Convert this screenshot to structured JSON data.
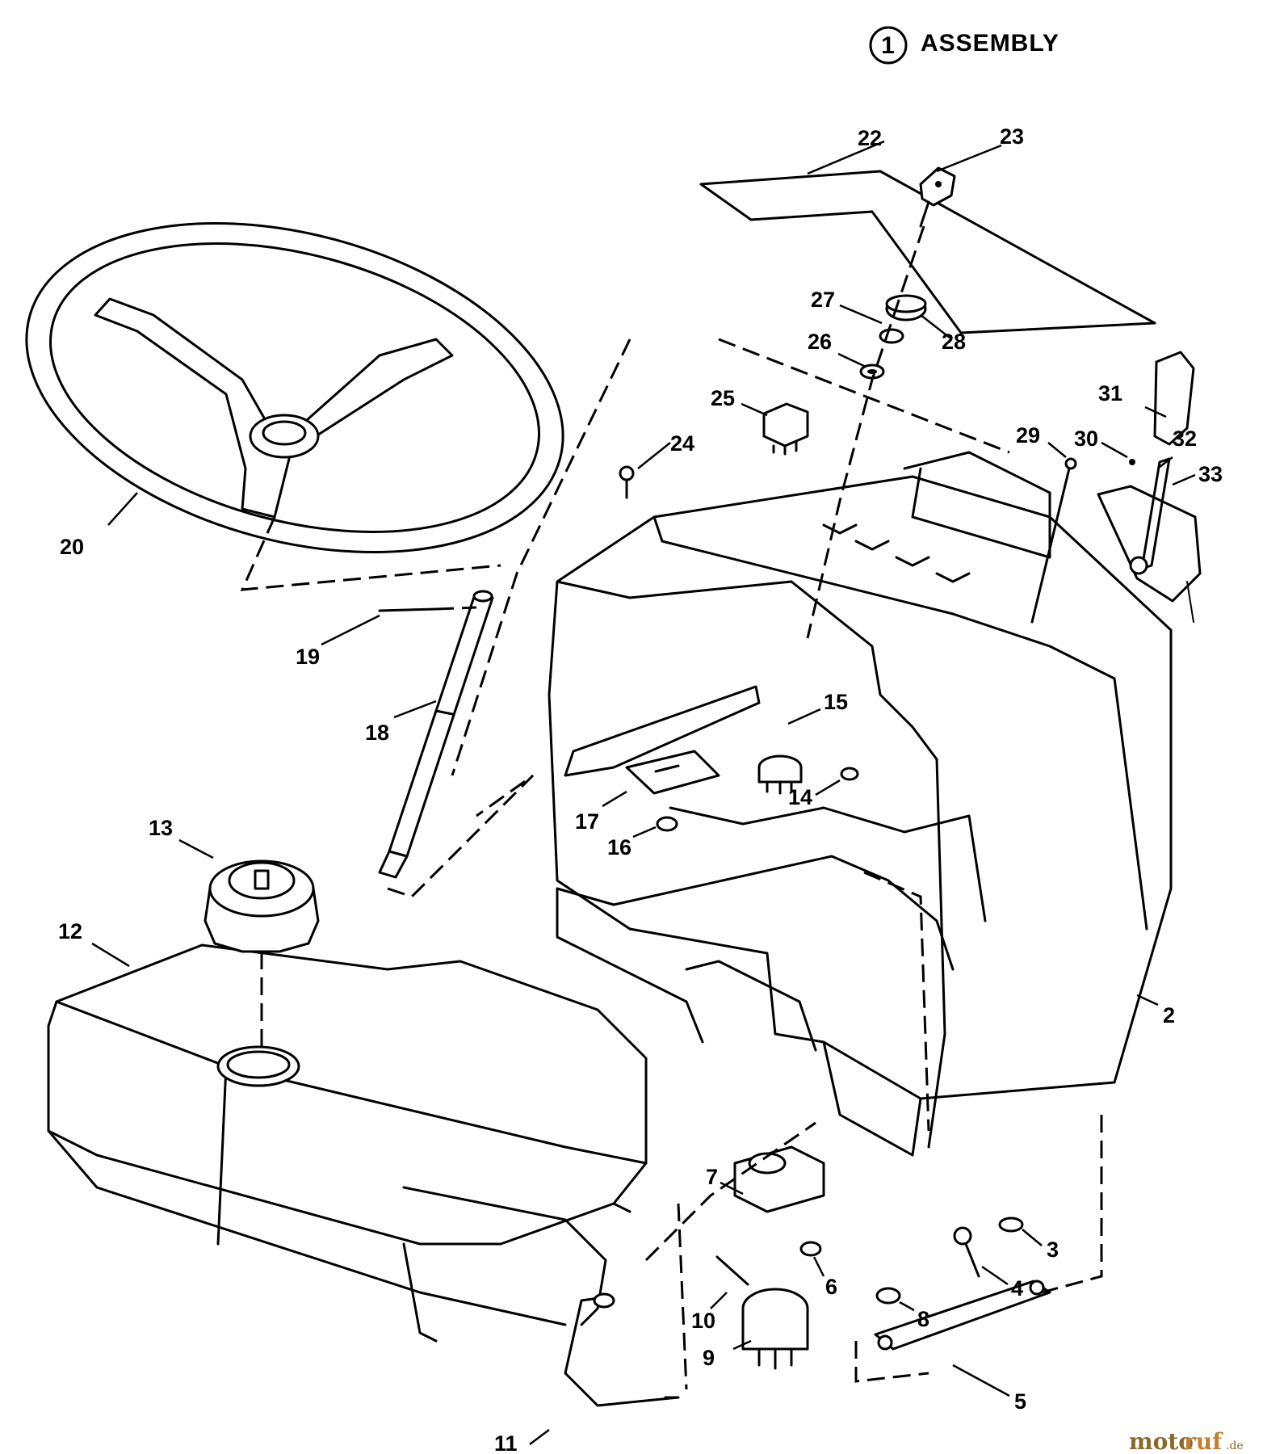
{
  "header": {
    "circle_number": "1",
    "title": "ASSEMBLY"
  },
  "parts": {
    "p2": "2",
    "p3": "3",
    "p4": "4",
    "p5": "5",
    "p6": "6",
    "p7": "7",
    "p8": "8",
    "p9": "9",
    "p10": "10",
    "p11": "11",
    "p12": "12",
    "p13": "13",
    "p14": "14",
    "p15": "15",
    "p16": "16",
    "p17": "17",
    "p18": "18",
    "p19": "19",
    "p20": "20",
    "p22": "22",
    "p23": "23",
    "p24": "24",
    "p25": "25",
    "p26": "26",
    "p27": "27",
    "p28": "28",
    "p29": "29",
    "p30": "30",
    "p31": "31",
    "p32": "32",
    "p33": "33"
  },
  "watermark": {
    "part1": "moto",
    "part2": "ruf",
    "suffix": ".de"
  }
}
